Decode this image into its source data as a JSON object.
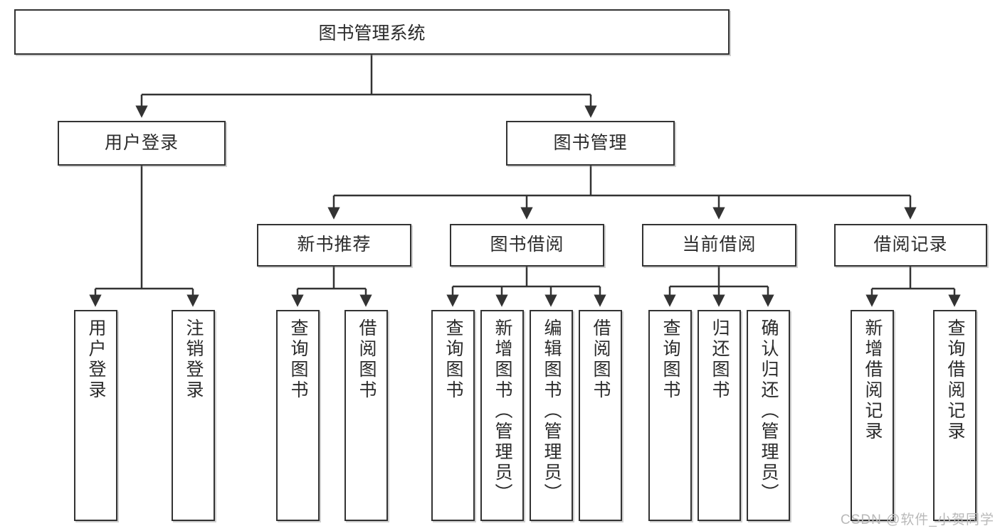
{
  "diagram": {
    "title_node": {
      "label": "图书管理系统"
    },
    "level2": [
      {
        "id": "user-login",
        "label": "用户登录"
      },
      {
        "id": "book-management",
        "label": "图书管理"
      }
    ],
    "level3": [
      {
        "id": "new-book-recommend",
        "label": "新书推荐"
      },
      {
        "id": "book-borrow",
        "label": "图书借阅"
      },
      {
        "id": "current-borrow",
        "label": "当前借阅"
      },
      {
        "id": "borrow-record",
        "label": "借阅记录"
      }
    ],
    "leaves": [
      {
        "id": "leaf-user-login",
        "label": "用户登录"
      },
      {
        "id": "leaf-logout-login",
        "label": "注销登录"
      },
      {
        "id": "leaf-query-book-1",
        "label": "查询图书"
      },
      {
        "id": "leaf-borrow-book-1",
        "label": "借阅图书"
      },
      {
        "id": "leaf-query-book-2",
        "label": "查询图书"
      },
      {
        "id": "leaf-add-book-admin",
        "label": "新增图书（管理员）"
      },
      {
        "id": "leaf-edit-book-admin",
        "label": "编辑图书（管理员）"
      },
      {
        "id": "leaf-borrow-book-2",
        "label": "借阅图书"
      },
      {
        "id": "leaf-query-book-3",
        "label": "查询图书"
      },
      {
        "id": "leaf-return-book",
        "label": "归还图书"
      },
      {
        "id": "leaf-confirm-return-admin",
        "label": "确认归还（管理员）"
      },
      {
        "id": "leaf-add-borrow-record",
        "label": "新增借阅记录"
      },
      {
        "id": "leaf-query-borrow-record",
        "label": "查询借阅记录"
      }
    ]
  },
  "watermark": {
    "text": "CSDN @软件_小贺同学"
  },
  "colors": {
    "border": "#333333",
    "text": "#2b2b2b",
    "background": "#ffffff",
    "watermark": "#b9b9b9"
  }
}
